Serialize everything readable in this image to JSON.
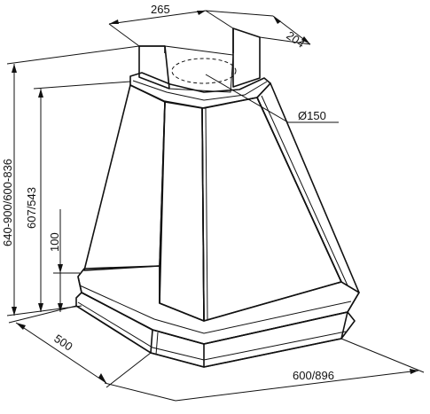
{
  "dimensions": {
    "top_width": "265",
    "top_depth": "204",
    "duct_diameter": "Ø150",
    "total_height": "640-900/600-836",
    "body_height": "607/543",
    "base_height": "100",
    "base_depth": "500",
    "base_width": "600/896"
  },
  "colors": {
    "line": "#111111",
    "shade_light": "#ededed",
    "shade_mid": "#d6d6d6",
    "shade_dark": "#bfbfbf"
  }
}
